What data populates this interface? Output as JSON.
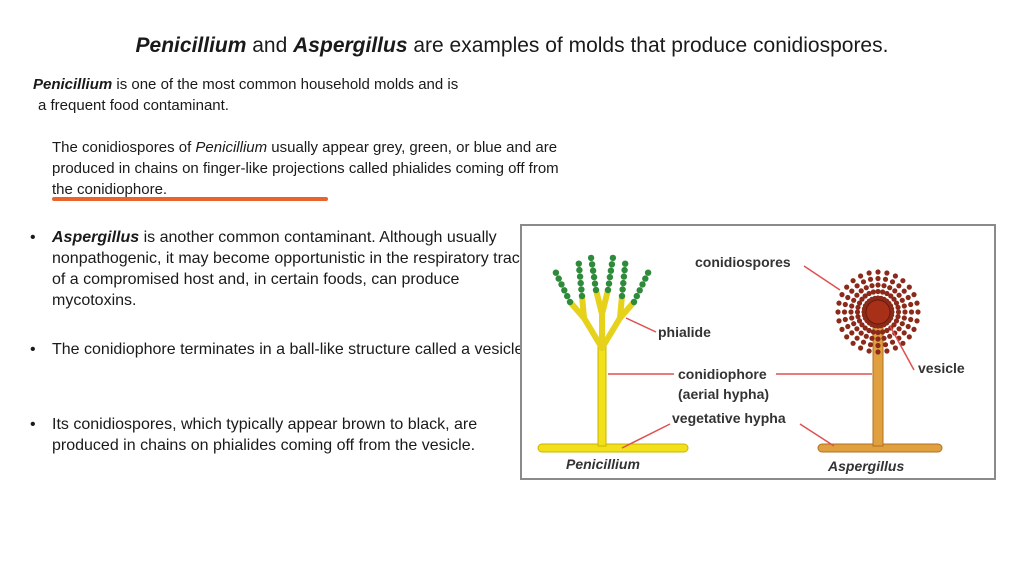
{
  "title": {
    "part1": "Penicillium",
    "part2": " and ",
    "part3": "Aspergillus",
    "part4": " are examples of molds that produce conidiospores."
  },
  "intro": {
    "genus": "Penicillium",
    "line1_rest": " is one of the most common household molds and is",
    "line2": "a frequent food contaminant."
  },
  "para2": {
    "pre": "The conidiospores of ",
    "genus": "Penicillium",
    "post": " usually appear grey, green, or blue and are produced in chains on finger-like projections called phialides coming off from the conidiophore."
  },
  "bullets": {
    "b1_genus": "Aspergillus",
    "b1_rest": " is another common contaminant. Although usually nonpathogenic, it may become opportunistic in the respiratory tract of a compromised host and, in certain foods, can produce mycotoxins.",
    "b2": "The conidiophore terminates in a ball-like structure called a vesicle.",
    "b3": "Its conidiospores, which typically appear brown to black, are produced in chains on phialides coming off from the vesicle.",
    "marker": "•"
  },
  "figure": {
    "labels": {
      "conidiospores": "conidiospores",
      "phialide": "phialide",
      "conidiophore": "conidiophore",
      "aerial_hypha": "(aerial hypha)",
      "vegetative_hypha": "vegetative hypha",
      "vesicle": "vesicle",
      "penicillium": "Penicillium",
      "aspergillus": "Aspergillus"
    },
    "colors": {
      "penicillium_hypha": "#f2e01a",
      "penicillium_outline": "#c9b400",
      "penicillium_spores": "#2e8b3a",
      "aspergillus_stalk": "#e0a040",
      "aspergillus_outline": "#b07020",
      "aspergillus_spores": "#8b2a1a",
      "pointer_lines": "#e05050",
      "underline": "#e8642c"
    }
  }
}
